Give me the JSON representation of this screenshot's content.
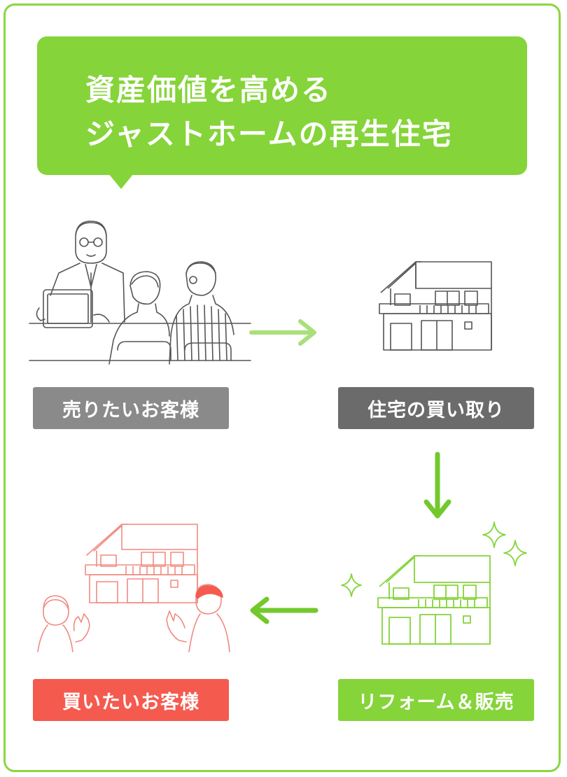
{
  "title": {
    "line1": "資産価値を高める",
    "line2": "ジャストホームの再生住宅"
  },
  "steps": [
    {
      "label": "売りたいお客様"
    },
    {
      "label": "住宅の買い取り"
    },
    {
      "label": "リフォーム＆販売"
    },
    {
      "label": "買いたいお客様"
    }
  ],
  "colors": {
    "accent_green": "#85d43a",
    "light_green": "#a9e07a",
    "border_green": "#8bd640",
    "gray_label": "#8a8a8a",
    "dark_gray_label": "#6b6b6b",
    "red": "#f55a4e",
    "line_gray": "#555555"
  },
  "icons": [
    "consultation-illustration",
    "house-illustration",
    "renovated-house-illustration",
    "happy-buyers-illustration",
    "arrow-right-icon",
    "arrow-down-icon",
    "arrow-left-icon",
    "sparkle-icon"
  ]
}
